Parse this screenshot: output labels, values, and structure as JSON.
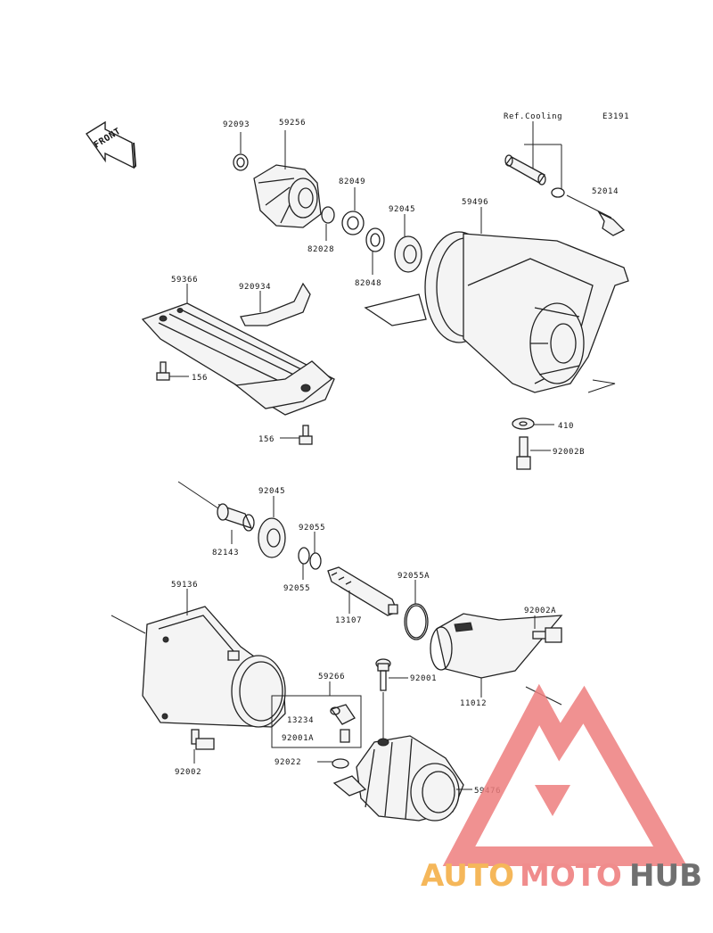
{
  "diagram": {
    "code": "E3191",
    "ref_note": "Ref.Cooling",
    "front_label": "FRONT",
    "labels": {
      "p92093": "92093",
      "p59256": "59256",
      "p82049": "82049",
      "p92045a": "92045",
      "p82028": "82028",
      "p82048": "82048",
      "p59496": "59496",
      "p52014": "52014",
      "p59366": "59366",
      "p920934": "920934",
      "p156a": "156",
      "p156b": "156",
      "p410": "410",
      "p92002b": "92002B",
      "p92045b": "92045",
      "p92055a": "92055",
      "p82143": "82143",
      "p92055b": "92055",
      "p92055A": "92055A",
      "p13107": "13107",
      "p59136": "59136",
      "p92002A": "92002A",
      "p59266": "59266",
      "p92001": "92001",
      "p11012": "11012",
      "p13234": "13234",
      "p92001A": "92001A",
      "p92022": "92022",
      "p92002": "92002",
      "p59476": "59476"
    }
  },
  "watermark": {
    "text_auto": "AUTO",
    "text_moto": "MOTO",
    "text_hub": "HUB",
    "color_auto": "#f5b75a",
    "color_moto": "#f08c8c",
    "color_hub": "#707070",
    "logo_color": "#ee7e7e"
  }
}
